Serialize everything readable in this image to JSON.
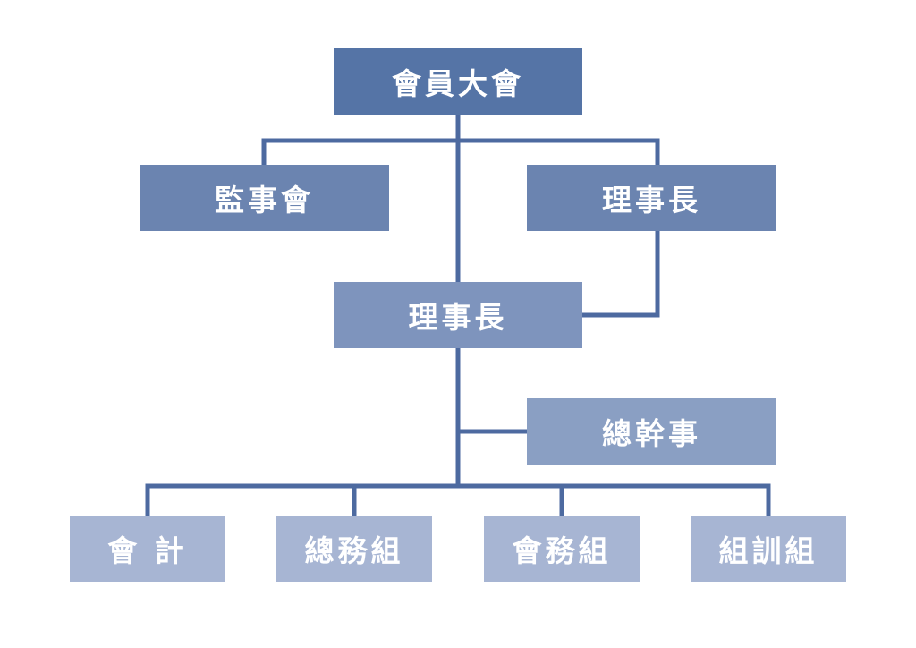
{
  "colors": {
    "connector": "#4d6aa0",
    "level1": "#5574a6",
    "level2": "#6b84b0",
    "level3": "#7e94bd",
    "level4": "#8a9fc3",
    "level5": "#a7b5d3",
    "text": "#ffffff"
  },
  "nodes": {
    "assembly": "會員大會",
    "supervisors": "監事會",
    "chair_top": "理事長",
    "chair_mid": "理事長",
    "secretary_general": "總幹事",
    "accounting": "會 計",
    "general_affairs": "總務組",
    "membership_affairs": "會務組",
    "organization_training": "組訓組"
  }
}
